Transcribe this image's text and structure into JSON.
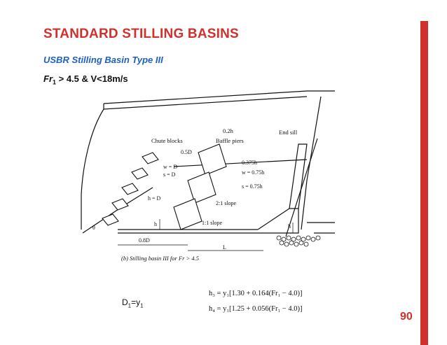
{
  "slide": {
    "title": "STANDARD STILLING BASINS",
    "subtitle": "USBR Stilling Basin Type III",
    "condition_fr": "Fr",
    "condition_sub": "1",
    "condition_rest": " > 4.5 & V<18m/s",
    "page_number": "90"
  },
  "figure": {
    "labels": {
      "chute_blocks": "Chute blocks",
      "baffle_piers": "Baffle piers",
      "end_sill": "End sill",
      "dim_02h3": "0.2h",
      "dim_05D1": "0.5D",
      "w1_eq": "w = D",
      "s1_eq": "s = D",
      "h1_eq": "h = D",
      "dim_0375h3": "0.375h",
      "w3_eq": "w = 0.75h",
      "s3_eq": "s = 0.75h",
      "slope_21": "2:1 slope",
      "slope_11": "1:1 slope",
      "h3_label": "h",
      "h4_label": "h",
      "dim_08D2": "0.8D",
      "theta": "θ",
      "L_III": "L",
      "caption": "(b) Stilling basin III for Fr > 4.5"
    }
  },
  "equations": {
    "d1": "D",
    "d1_sub": "1",
    "eq": "=y",
    "y_sub": "1",
    "h3_formula": "h₃ = y₁[1.30 + 0.164(Fr₁ − 4.0)]",
    "h4_formula": "h₄ = y₁[1.25 + 0.056(Fr₁ − 4.0)]"
  },
  "colors": {
    "accent": "#d0312d",
    "subtitle": "#1f5fbf"
  }
}
